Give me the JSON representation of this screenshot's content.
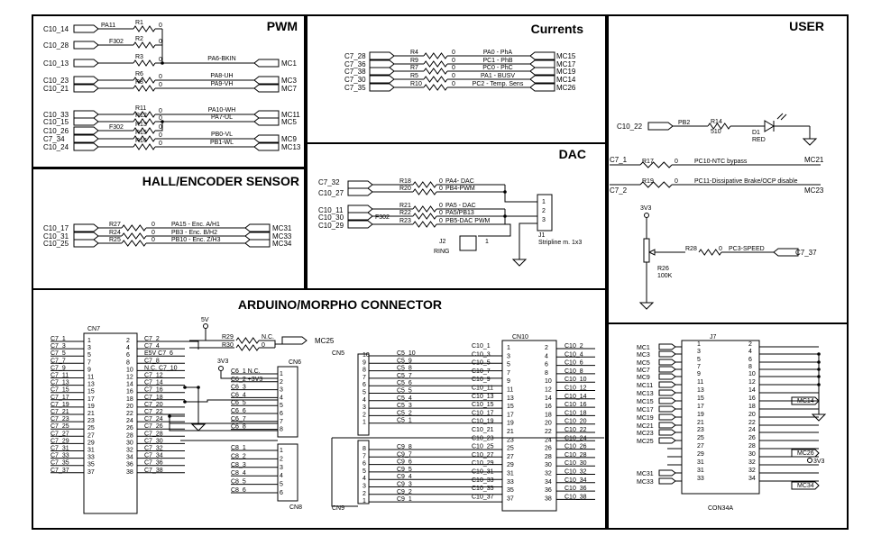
{
  "sections": {
    "pwm": "PWM",
    "currents": "Currents",
    "user": "USER",
    "dac": "DAC",
    "hall": "HALL/ENCODER SENSOR",
    "arduino": "ARDUINO/MORPHO CONNECTOR"
  },
  "pwm": {
    "rows": [
      {
        "port": "C10_14",
        "pin": "PA11",
        "ref": "R1",
        "val": "0",
        "net": "",
        "mc": ""
      },
      {
        "port": "C10_28",
        "pin": "F302",
        "ref": "R2",
        "val": "0",
        "net": "",
        "mc": ""
      },
      {
        "port": "C10_13",
        "pin": "",
        "ref": "R3",
        "val": "0",
        "net": "PA6-BKIN",
        "mc": "MC1"
      },
      {
        "port": "C10_23",
        "pin": "",
        "ref": "R6",
        "val": "0",
        "net": "PA8-UH",
        "mc": "MC3"
      },
      {
        "port": "C10_21",
        "pin": "",
        "ref": "R8",
        "val": "0",
        "net": "PA9-VH",
        "mc": "MC7"
      },
      {
        "port": "C10_33",
        "pin": "",
        "ref": "R11",
        "val": "0",
        "net": "PA10-WH",
        "mc": "MC11"
      },
      {
        "port": "C10_15",
        "pin": "",
        "ref": "R12",
        "val": "0",
        "net": "PA7-UL",
        "mc": "MC5"
      },
      {
        "port": "C10_26",
        "pin": "F302",
        "ref": "R13",
        "val": "0",
        "net": "",
        "mc": ""
      },
      {
        "port": "C7_34",
        "pin": "",
        "ref": "R15",
        "val": "0",
        "net": "PB0-VL",
        "mc": "MC9"
      },
      {
        "port": "C10_24",
        "pin": "",
        "ref": "R16",
        "val": "0",
        "net": "PB1-WL",
        "mc": "MC13"
      }
    ]
  },
  "currents": {
    "rows": [
      {
        "port": "C7_28",
        "ref": "R4",
        "val": "0",
        "net": "PA0 - PhA",
        "mc": "MC15"
      },
      {
        "port": "C7_36",
        "ref": "R9",
        "val": "0",
        "net": "PC1 - PhB",
        "mc": "MC17"
      },
      {
        "port": "C7_38",
        "ref": "R7",
        "val": "0",
        "net": "PC0 - PhC",
        "mc": "MC19"
      },
      {
        "port": "C7_30",
        "ref": "R5",
        "val": "0",
        "net": "PA1 - BUSV",
        "mc": "MC14"
      },
      {
        "port": "C7_35",
        "ref": "R10",
        "val": "0",
        "net": "PC2 - Temp. Sens",
        "mc": "MC26"
      }
    ]
  },
  "user": {
    "led_port": "C10_22",
    "led_pin": "PB2",
    "led_ref": "R14",
    "led_val": "510",
    "led_id": "D1",
    "led_color": "RED",
    "ntc_port": "C7_1",
    "ntc_ref": "R17",
    "ntc_val": "0",
    "ntc_net": "PC10-NTC bypass",
    "ntc_mc": "MC21",
    "brake_port": "C7_2",
    "brake_ref": "R19",
    "brake_val": "0",
    "brake_net": "PC11-Dissipative Brake/OCP disable",
    "brake_mc": "MC23",
    "supply": "3V3",
    "speed_ref": "R28",
    "speed_val": "0",
    "speed_net": "PC3-SPEED",
    "speed_port": "C7_37",
    "pot_ref": "R26",
    "pot_val": "100K"
  },
  "dac": {
    "rows": [
      {
        "port": "C7_32",
        "pin": "",
        "ref": "R18",
        "val": "0",
        "net": "PA4- DAC"
      },
      {
        "port": "C10_27",
        "pin": "",
        "ref": "R20",
        "val": "0",
        "net": "PB4-PWM"
      },
      {
        "port": "C10_11",
        "pin": "",
        "ref": "R21",
        "val": "0",
        "net": "PA5 - DAC"
      },
      {
        "port": "C10_30",
        "pin": "F302",
        "ref": "R22",
        "val": "0",
        "net": "PA5/PB13"
      },
      {
        "port": "C10_29",
        "pin": "",
        "ref": "R23",
        "val": "0",
        "net": "PB5-DAC PWM"
      }
    ],
    "j1_pins": [
      "1",
      "2",
      "3"
    ],
    "j1_ref": "J1",
    "j1_desc": "Stripline m. 1x3",
    "j2_ref": "J2",
    "j2_desc": "RING",
    "j2_pin": "1"
  },
  "hall": {
    "rows": [
      {
        "port": "C10_17",
        "ref": "R27",
        "val": "0",
        "net": "PA15 - Enc. A/H1",
        "mc": "MC31"
      },
      {
        "port": "C10_31",
        "ref": "R24",
        "val": "0",
        "net": "PB3 - Enc. B/H2",
        "mc": "MC33"
      },
      {
        "port": "C10_25",
        "ref": "R25",
        "val": "0",
        "net": "PB10 - Enc. Z/H3",
        "mc": "MC34"
      }
    ]
  },
  "arduino": {
    "cn7_ref": "CN7",
    "cn7_left_nets": [
      "C7_1",
      "C7_3",
      "C7_5",
      "C7_7",
      "C7_9",
      "C7_11",
      "C7_13",
      "C7_15",
      "C7_17",
      "C7_19",
      "C7_21",
      "C7_23",
      "C7_25",
      "C7_27",
      "C7_29",
      "C7_31",
      "C7_33",
      "C7_35",
      "C7_37"
    ],
    "cn7_left_pins": [
      "1",
      "3",
      "5",
      "7",
      "9",
      "11",
      "13",
      "15",
      "17",
      "19",
      "21",
      "23",
      "25",
      "27",
      "29",
      "31",
      "33",
      "35",
      "37"
    ],
    "cn7_right_pins": [
      "2",
      "4",
      "6",
      "8",
      "10",
      "12",
      "14",
      "16",
      "18",
      "20",
      "22",
      "24",
      "26",
      "28",
      "30",
      "32",
      "34",
      "36",
      "38"
    ],
    "cn7_right_nets": [
      "C7_2",
      "C7_4",
      "E5V C7_6",
      "C7_8",
      "N.C. C7_10",
      "C7_12",
      "C7_14",
      "C7_16",
      "C7_18",
      "C7_20",
      "C7_22",
      "C7_24",
      "C7_26",
      "C7_28",
      "C7_30",
      "C7_32",
      "C7_34",
      "C7_36",
      "C7_38"
    ],
    "supply_5v": "5V",
    "supply_3v3": "3V3",
    "r29": "R29",
    "r29_val": "N.C.",
    "r30": "R30",
    "r30_val": "0",
    "mc25": "MC25",
    "cn6_ref": "CN6",
    "cn6_nets": [
      "C6_1 N.C.",
      "C6_2 +3V3",
      "C6_3",
      "C6_4",
      "C6_5",
      "C6_6",
      "C6_7",
      "C6_8"
    ],
    "cn6_pins": [
      "1",
      "2",
      "3",
      "4",
      "5",
      "6",
      "7",
      "8"
    ],
    "cn8_ref": "CN8",
    "cn8_nets": [
      "C8_1",
      "C8_2",
      "C8_3",
      "C8_4",
      "C8_5",
      "C8_6"
    ],
    "cn8_pins": [
      "1",
      "2",
      "3",
      "4",
      "5",
      "6"
    ],
    "cn5_ref": "CN5",
    "cn5_pins": [
      "10",
      "9",
      "8",
      "7",
      "6",
      "5",
      "4",
      "3",
      "2",
      "1"
    ],
    "cn5_nets": [
      "C5_10",
      "C5_9",
      "C5_8",
      "C5_7",
      "C5_6",
      "C5_5",
      "C5_4",
      "C5_3",
      "C5_2",
      "C5_1"
    ],
    "cn9_ref": "CN9",
    "cn9_pins": [
      "8",
      "7",
      "6",
      "5",
      "4",
      "3",
      "2",
      "1"
    ],
    "cn9_nets": [
      "C9_8",
      "C9_7",
      "C9_6",
      "C9_5",
      "C9_4",
      "C9_3",
      "C9_2",
      "C9_1"
    ],
    "cn10_ref": "CN10",
    "cn10_left_nets": [
      "C10_1",
      "C10_3",
      "C10_5",
      "C10_7",
      "C10_9",
      "C10_11",
      "C10_13",
      "C10_15",
      "C10_17",
      "C10_19",
      "C10_21",
      "C10_23",
      "C10_25",
      "C10_27",
      "C10_29",
      "C10_31",
      "C10_33",
      "C10_35",
      "C10_37"
    ],
    "cn10_left_pins": [
      "1",
      "3",
      "5",
      "7",
      "9",
      "11",
      "13",
      "15",
      "17",
      "19",
      "21",
      "23",
      "25",
      "27",
      "29",
      "31",
      "33",
      "35",
      "37"
    ],
    "cn10_right_pins": [
      "2",
      "4",
      "6",
      "8",
      "10",
      "12",
      "14",
      "16",
      "18",
      "20",
      "22",
      "24",
      "26",
      "28",
      "30",
      "32",
      "34",
      "36",
      "38"
    ],
    "cn10_right_nets": [
      "C10_2",
      "C10_4",
      "C10_6",
      "C10_8",
      "C10_10",
      "C10_12",
      "C10_14",
      "C10_16",
      "C10_18",
      "C10_20",
      "C10_22",
      "C10_24",
      "C10_26",
      "C10_28",
      "C10_30",
      "C10_32",
      "C10_34",
      "C10_36",
      "C10_38"
    ]
  },
  "con34": {
    "ref": "J7",
    "name": "CON34A",
    "left_nets": [
      "MC1",
      "MC3",
      "MC5",
      "MC7",
      "MC9",
      "MC11",
      "MC13",
      "MC15",
      "MC17",
      "MC19",
      "MC21",
      "MC23",
      "MC25",
      "",
      "",
      "",
      "MC31",
      "MC33"
    ],
    "left_pins": [
      "1",
      "3",
      "5",
      "7",
      "9",
      "11",
      "13",
      "15",
      "17",
      "19",
      "21",
      "23",
      "25",
      "27",
      "29",
      "31",
      "31",
      "33"
    ],
    "right_pins": [
      "2",
      "4",
      "6",
      "8",
      "10",
      "12",
      "14",
      "16",
      "18",
      "20",
      "22",
      "24",
      "26",
      "28",
      "30",
      "32",
      "32",
      "34"
    ],
    "mc14": "MC14",
    "mc26": "MC26",
    "supply": "3V3",
    "mc34": "MC34"
  }
}
